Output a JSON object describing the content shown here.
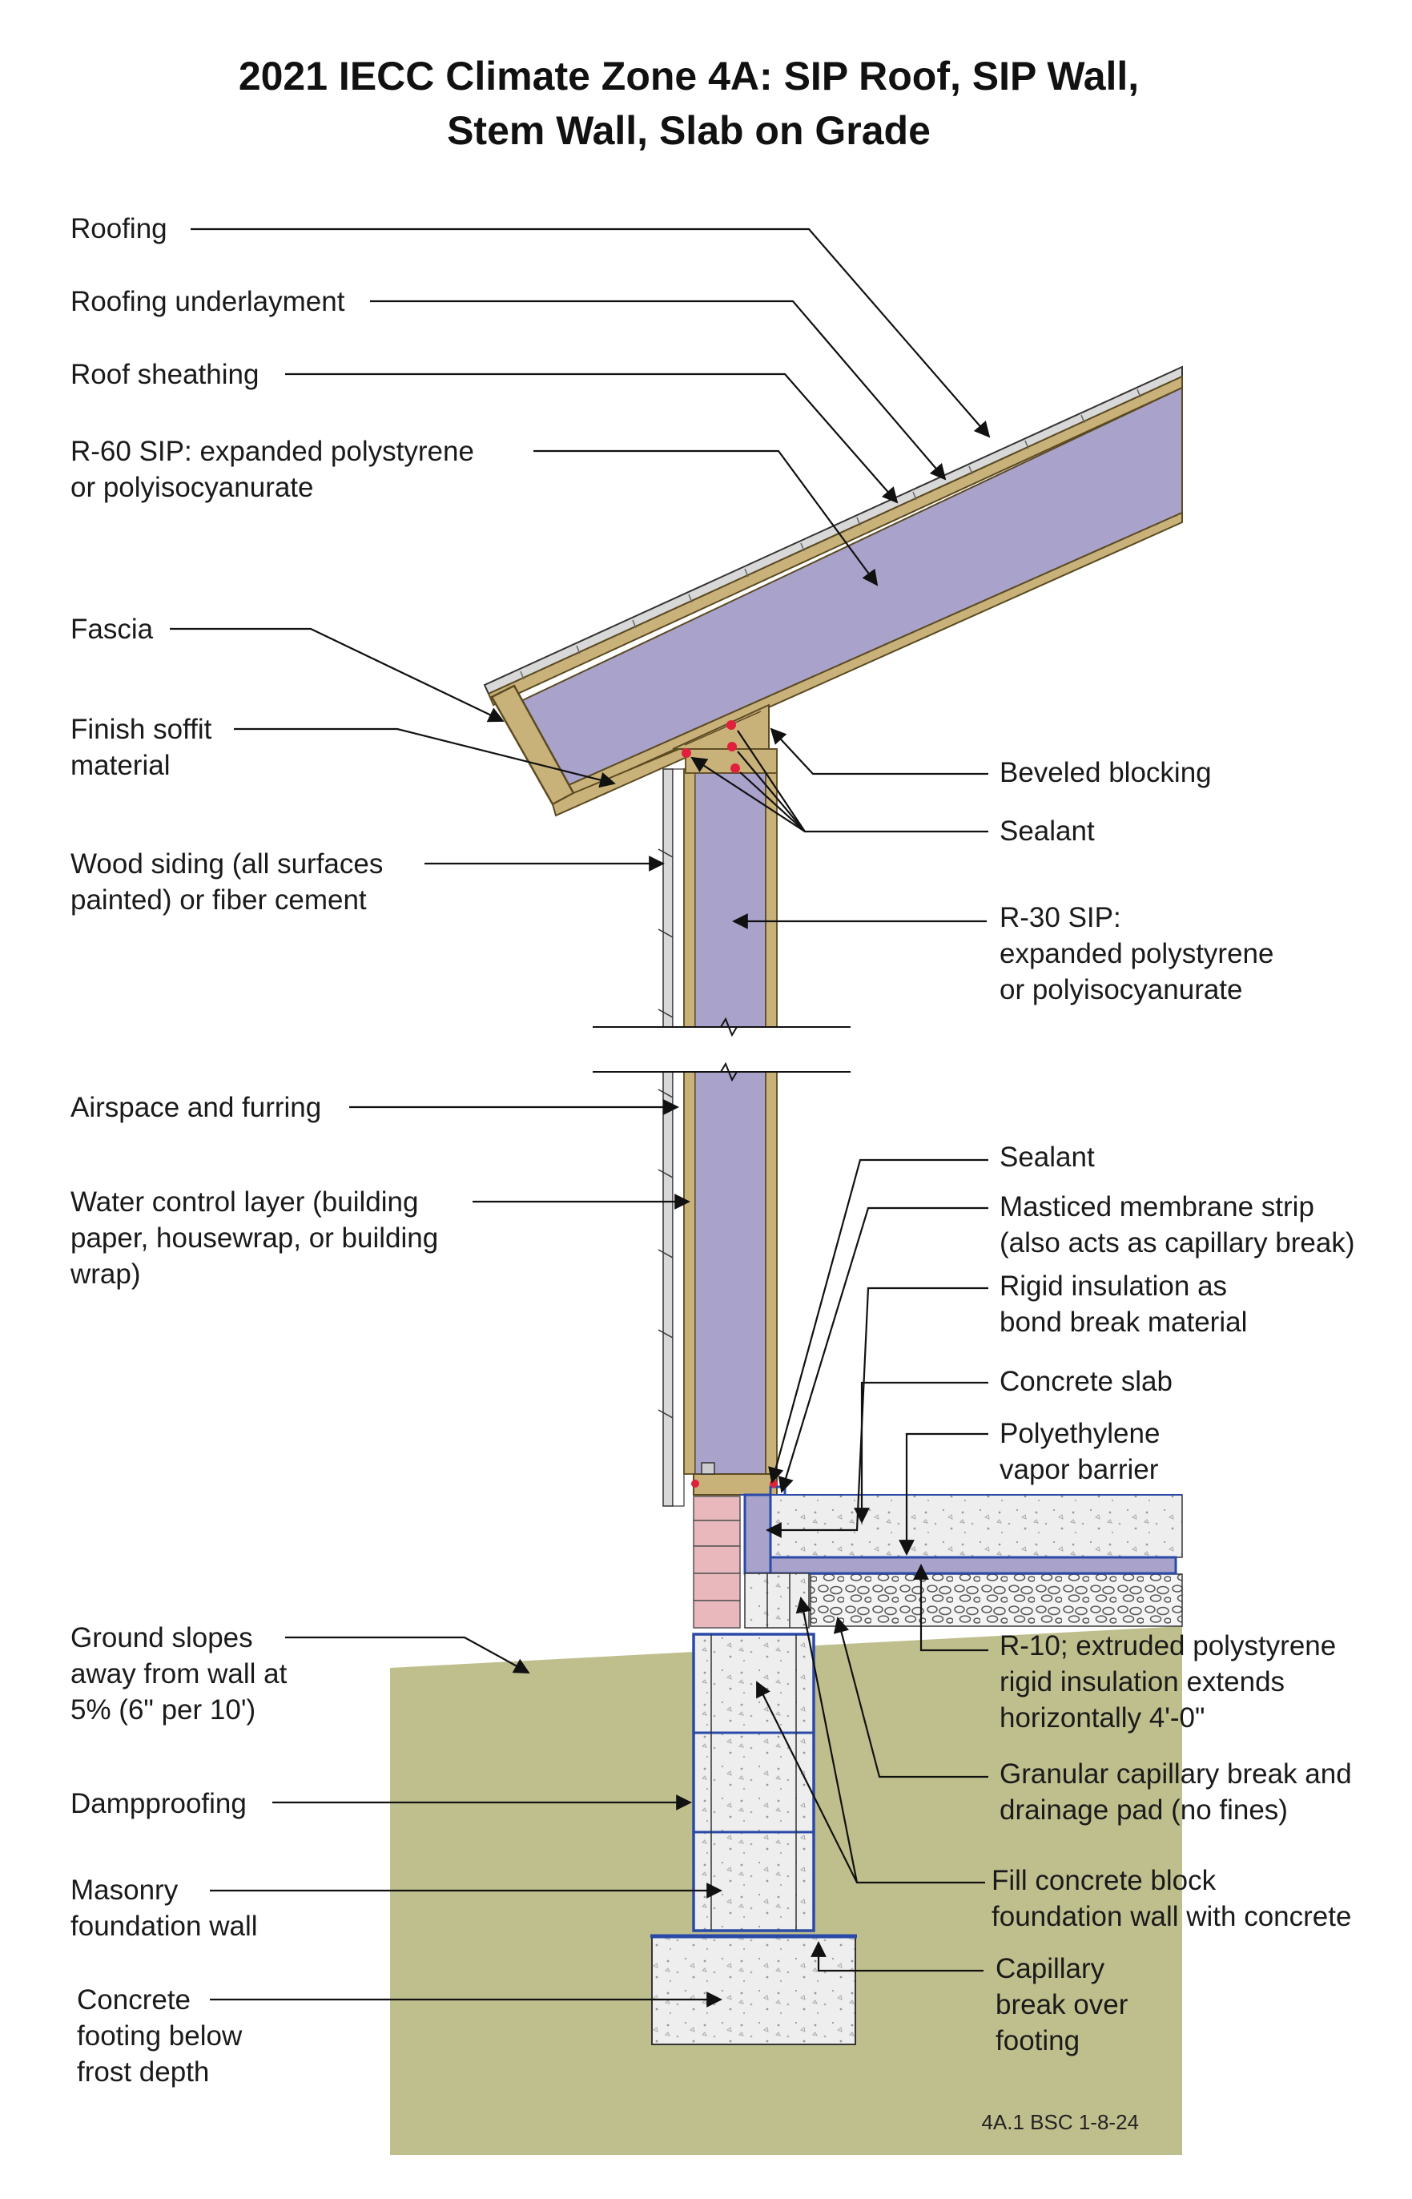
{
  "title": {
    "line1": "2021 IECC Climate Zone 4A: SIP Roof, SIP Wall,",
    "line2": "Stem Wall, Slab on Grade"
  },
  "labels_left": {
    "roofing": "Roofing",
    "roofing_underlayment": "Roofing underlayment",
    "roof_sheathing": "Roof sheathing",
    "roof_sip_1": "R-60 SIP: expanded polystyrene",
    "roof_sip_2": "or polyisocyanurate",
    "fascia": "Fascia",
    "soffit_1": "Finish soffit",
    "soffit_2": "material",
    "siding_1": "Wood siding (all surfaces",
    "siding_2": "painted) or fiber cement",
    "airspace": "Airspace and furring",
    "wcl_1": "Water control layer (building",
    "wcl_2": "paper, housewrap, or building",
    "wcl_3": "wrap)",
    "ground_1": "Ground slopes",
    "ground_2": "away from wall at",
    "ground_3": "5% (6\" per 10')",
    "dampproofing": "Dampproofing",
    "masonry_1": "Masonry",
    "masonry_2": "foundation wall",
    "footing_1": "Concrete",
    "footing_2": "footing below",
    "footing_3": "frost depth"
  },
  "labels_right": {
    "beveled_blocking": "Beveled blocking",
    "sealant_top": "Sealant",
    "wall_sip_1": "R-30 SIP:",
    "wall_sip_2": "expanded polystyrene",
    "wall_sip_3": "or polyisocyanurate",
    "sealant_bottom": "Sealant",
    "membrane_1": "Masticed membrane strip",
    "membrane_2": "(also acts as capillary break)",
    "rigid_bond_1": "Rigid insulation as",
    "rigid_bond_2": "bond break material",
    "slab": "Concrete slab",
    "vapor_1": "Polyethylene",
    "vapor_2": "vapor barrier",
    "r10_1": "R-10; extruded polystyrene",
    "r10_2": "rigid insulation extends",
    "r10_3": "horizontally 4'-0\"",
    "granular_1": "Granular capillary break and",
    "granular_2": "drainage pad (no fines)",
    "fill_1": "Fill concrete block",
    "fill_2": "foundation wall with concrete",
    "capillary_1": "Capillary",
    "capillary_2": "break over",
    "capillary_3": "footing"
  },
  "reference": "4A.1 BSC 1-8-24",
  "colors": {
    "insulation": "#a9a3cb",
    "wood": "#c9b27a",
    "wood_edge": "#5b4a22",
    "ground": "#bfbf8e",
    "concrete": "#eeeeee",
    "brick": "#e8b8bd",
    "membrane": "#2a4aa8",
    "sealant": "#e0203c",
    "gravel": "#f2f2f2"
  }
}
